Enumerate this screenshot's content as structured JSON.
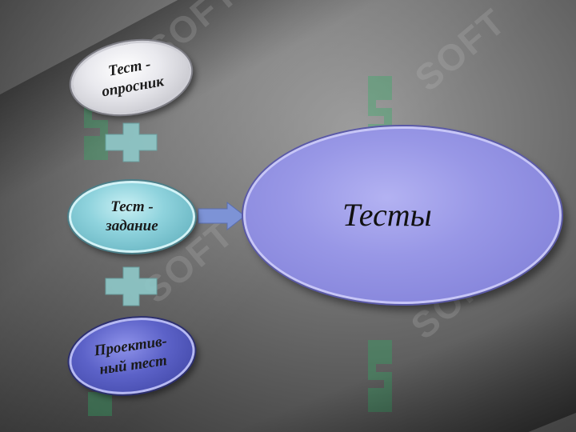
{
  "nodes": {
    "questionnaire_test": {
      "line1": "Тест -",
      "line2": "опросник"
    },
    "task_test": {
      "line1": "Тест -",
      "line2": "задание"
    },
    "projective_test": {
      "line1": "Проектив-",
      "line2": "ный тест"
    },
    "tests": {
      "label": "Тесты"
    }
  },
  "connectors": {
    "plus_symbol": "+",
    "arrow_symbol": "→"
  },
  "watermark": {
    "text": "SOFT"
  },
  "colors": {
    "questionnaire_fill": "#e9e9ee",
    "task_fill": "#8fd3dd",
    "projective_fill": "#5c62c8",
    "tests_fill": "#9897e6",
    "plus_fill": "#8fc9c9",
    "arrow_fill": "#7d93d6",
    "watermark_green": "#2fae63"
  }
}
